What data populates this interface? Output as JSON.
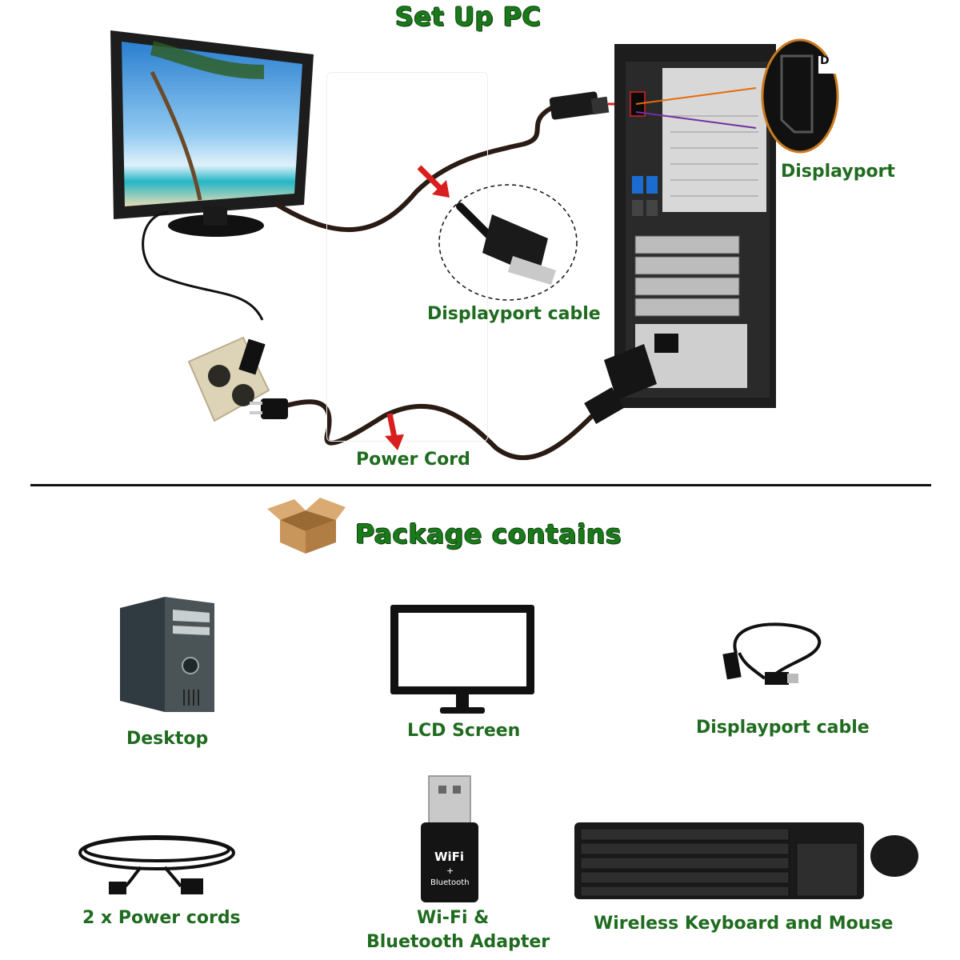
{
  "setup": {
    "title": "Set Up PC",
    "labels": {
      "displayport_port": "Displayport",
      "displayport_cable": "Displayport cable",
      "power_cord": "Power Cord"
    },
    "connector_letter": "D"
  },
  "package": {
    "title": "Package contains",
    "items": [
      {
        "label": "Desktop",
        "icon": "desktop-tower-icon"
      },
      {
        "label": "LCD Screen",
        "icon": "lcd-monitor-icon"
      },
      {
        "label": "Displayport cable",
        "icon": "displayport-cable-icon"
      },
      {
        "label": "2 x Power cords",
        "icon": "power-cord-icon"
      },
      {
        "label_line1": "Wi-Fi &",
        "label_line2": "Bluetooth Adapter",
        "icon": "wifi-bluetooth-adapter-icon"
      },
      {
        "label": "Wireless Keyboard and Mouse",
        "icon": "keyboard-mouse-icon"
      }
    ],
    "adapter_text": {
      "wifi": "WiFi",
      "plus": "+",
      "bluetooth": "Bluetooth"
    }
  },
  "colors": {
    "title_green": "#1a7a1a",
    "label_green": "#1f6b1f",
    "arrow_red": "#d81e1e"
  }
}
